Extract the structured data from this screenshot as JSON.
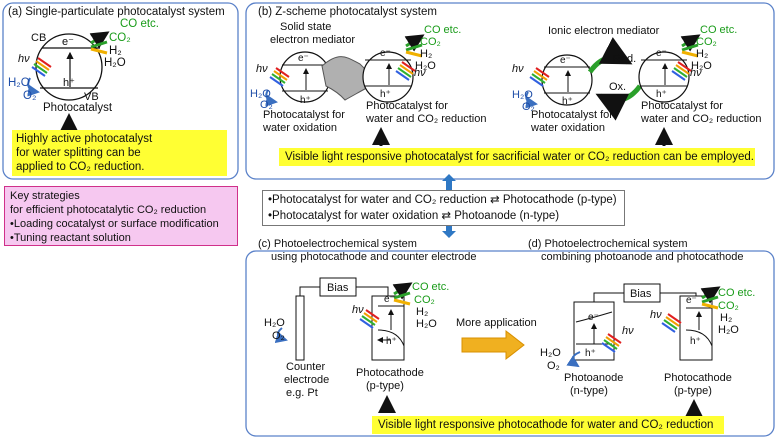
{
  "panel_a": {
    "title": "(a) Single-particulate photocatalyst system",
    "cb": "CB",
    "vb": "VB",
    "electron": "e⁻",
    "hole": "h⁺",
    "hv": "hν",
    "co_etc": "CO etc.",
    "co2": "CO₂",
    "h2": "H₂",
    "h2o_right": "H₂O",
    "h2o_left": "H₂O",
    "o2": "O₂",
    "catalyst_label": "Photocatalyst",
    "highlight": [
      "Highly active photocatalyst",
      "for water splitting can be",
      "applied to CO₂ reduction."
    ]
  },
  "panel_b": {
    "title": "(b) Z-scheme photocatalyst system",
    "solid_mediator": [
      "Solid state",
      "electron mediator"
    ],
    "ionic_mediator": "Ionic electron mediator",
    "red": "Red.",
    "ox": "Ox.",
    "electron": "e⁻",
    "hole": "h⁺",
    "hv": "hν",
    "co_etc": "CO etc.",
    "co2": "CO₂",
    "h2": "H₂",
    "h2o": "H₂O",
    "o2": "O₂",
    "ox_label": [
      "Photocatalyst for",
      "water oxidation"
    ],
    "red_label": [
      "Photocatalyst for",
      "water and CO₂ reduction"
    ],
    "highlight": "Visible light responsive photocatalyst for sacrificial water or CO₂ reduction can be employed."
  },
  "key_strategies": {
    "lines": [
      "Key strategies",
      "for efficient photocatalytic CO₂ reduction",
      "•Loading cocatalyst or surface modification",
      "•Tuning reactant solution"
    ]
  },
  "middle_box": {
    "lines": [
      "•Photocatalyst for water and CO₂ reduction ⇄ Photocathode (p-type)",
      "•Photocatalyst for water oxidation ⇄ Photoanode (n-type)"
    ]
  },
  "panel_c": {
    "title": [
      "(c) Photoelectrochemical system",
      "using photocathode and counter electrode"
    ],
    "bias": "Bias",
    "counter": [
      "Counter",
      "electrode",
      "e.g. Pt"
    ],
    "cathode": [
      "Photocathode",
      "(p-type)"
    ],
    "electron": "e⁻",
    "hole": "h⁺",
    "hv": "hν",
    "co_etc": "CO etc.",
    "co2": "CO₂",
    "h2": "H₂",
    "h2o": "H₂O",
    "o2": "O₂"
  },
  "more_application": "More application",
  "panel_d": {
    "title": [
      "(d) Photoelectrochemical system",
      "combining photoanode and photocathode"
    ],
    "bias": "Bias",
    "anode": [
      "Photoanode",
      "(n-type)"
    ],
    "cathode": [
      "Photocathode",
      "(p-type)"
    ],
    "electron": "e⁻",
    "hole": "h⁺",
    "hv": "hν",
    "co_etc": "CO etc.",
    "co2": "CO₂",
    "h2": "H₂",
    "h2o": "H₂O",
    "o2": "O₂",
    "highlight": "Visible light responsive photocathode for water and CO₂ reduction"
  },
  "colors": {
    "panel_border": "#5b82c9",
    "green_text": "#1a9c1a",
    "highlight": "#ffff33",
    "key_bg": "#f6c8f0",
    "big_arrow": "#f0b020",
    "blue_arrow": "#2f78c4"
  }
}
